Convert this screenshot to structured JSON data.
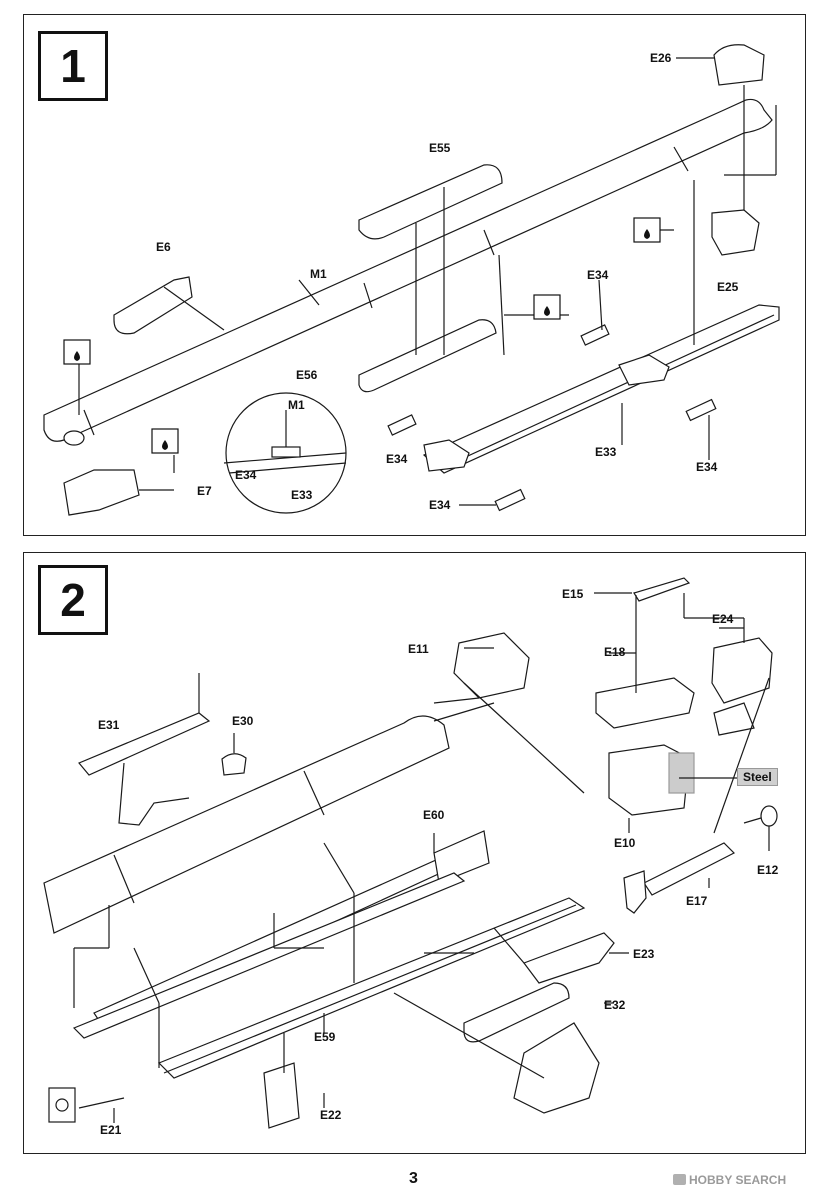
{
  "steps": [
    {
      "number": "1",
      "labels": {
        "e26": "E26",
        "e55": "E55",
        "e6": "E6",
        "m1": "M1",
        "e25": "E25",
        "e34_top": "E34",
        "e56": "E56",
        "m1_detail": "M1",
        "e34_left": "E34",
        "e33": "E33",
        "e34_detail": "E34",
        "e33_detail": "E33",
        "e34_right": "E34",
        "e7": "E7",
        "e34_bottom": "E34"
      },
      "glue_icon_count": 4
    },
    {
      "number": "2",
      "labels": {
        "e15": "E15",
        "e24": "E24",
        "e11": "E11",
        "e18": "E18",
        "e31": "E31",
        "e30": "E30",
        "e10": "E10",
        "e60": "E60",
        "e12": "E12",
        "e17": "E17",
        "e23": "E23",
        "e32": "E32",
        "e59": "E59",
        "e22": "E22",
        "e21": "E21"
      },
      "material_tag": "Steel"
    }
  ],
  "page_number": "3",
  "watermark": "HOBBY SEARCH",
  "colors": {
    "line": "#1a1a1a",
    "steel_tag": "#cfcfcf",
    "watermark": "#9a9a9a"
  }
}
